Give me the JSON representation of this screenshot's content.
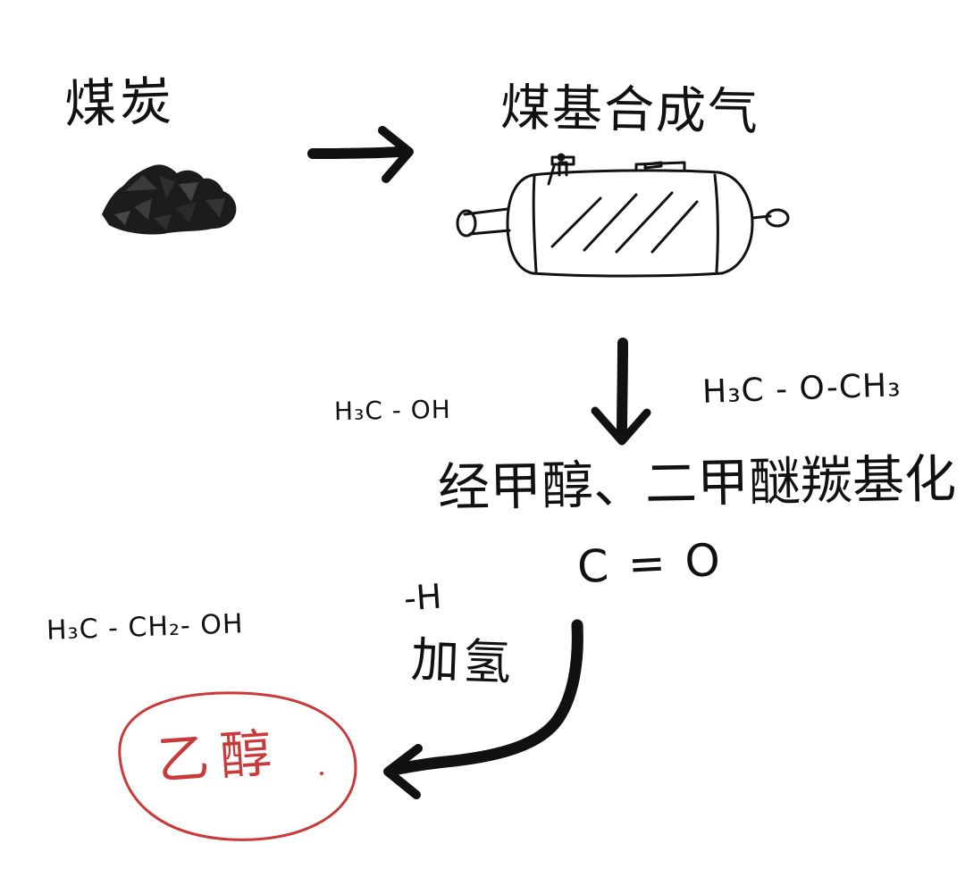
{
  "labels": {
    "coal": "煤炭",
    "syngas": "煤基合成气",
    "methanol_formula": "H₃C - OH",
    "dme_formula": "H₃C - O-CH₃",
    "process": "经甲醇、二甲醚羰基化",
    "carbonyl": "C = O",
    "hydrogen_group": "-H",
    "hydrogenation": "加氢",
    "ethanol_formula": "H₃C - CH₂- OH",
    "ethanol": "乙醇"
  },
  "colors": {
    "ink": "#111111",
    "ethanol_ink": "#c93a3a",
    "coal_dark": "#1c1c1c",
    "coal_mid": "#2e2e2e"
  },
  "icons": {
    "coal": "coal-pile-icon",
    "reactor": "syngas-reactor-icon"
  }
}
